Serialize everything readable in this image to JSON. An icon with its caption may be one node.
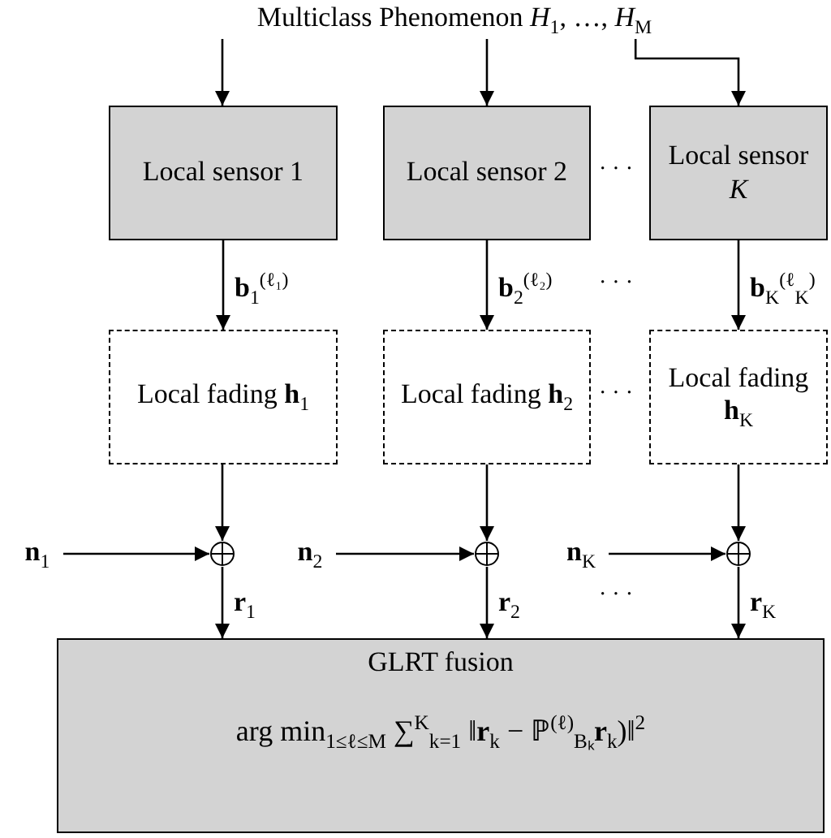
{
  "diagram": {
    "nodes": [
      {
        "text": [
          "Multiclass Phenomenon *H*$_{1}$, …, *H*$_{M}$"
        ]
      },
      {
        "text": [
          "Local sensor 1"
        ]
      },
      {
        "text": [
          "Local sensor 2"
        ]
      },
      {
        "text": [
          "Local sensor *K*"
        ]
      },
      {
        "text": [
          "Local fading **h**$_{1}$"
        ]
      },
      {
        "text": [
          "Local fading **h**$_{2}$"
        ]
      },
      {
        "text": [
          "Local fading **h**$_{K}$"
        ]
      },
      {
        "text": [],
        "shape": "circle"
      },
      {
        "text": [],
        "shape": "circle"
      },
      {
        "text": [],
        "shape": "circle"
      },
      {
        "text": [
          "**n**$_{1}$"
        ]
      },
      {
        "text": [
          "**n**$_{2}$"
        ]
      },
      {
        "text": [
          "**n**$_{K}$"
        ]
      },
      {
        "text": [
          "GLRT fusion",
          "arg min$_{1≤ℓ≤M}$ ∑$^{K}$$_{k=1}$ ‖**r**$_{k}$ − ℙ$^{(ℓ)}$$_{Bₖ}$**r**$_{k}$)‖$^{2}$"
        ]
      }
    ],
    "edges": [
      {
        "from": 0,
        "to": 1,
        "arrow": "to"
      },
      {
        "from": 0,
        "to": 2,
        "arrow": "to"
      },
      {
        "from": 0,
        "to": 3,
        "arrow": "to"
      },
      {
        "from": 1,
        "to": 4,
        "arrow": "to",
        "label": "**b**$_{1}$$^{(ℓ₁)}$"
      },
      {
        "from": 2,
        "to": 5,
        "arrow": "to",
        "label": "**b**$_{2}$$^{(ℓ₂)}$"
      },
      {
        "from": 3,
        "to": 6,
        "arrow": "to",
        "label": "**b**$_{K}$$^{(ℓ}$$_{K}$$^{)}$"
      },
      {
        "from": 4,
        "to": 7,
        "arrow": "to"
      },
      {
        "from": 5,
        "to": 8,
        "arrow": "to"
      },
      {
        "from": 6,
        "to": 9,
        "arrow": "to"
      },
      {
        "from": 10,
        "to": 7,
        "arrow": "to"
      },
      {
        "from": 11,
        "to": 8,
        "arrow": "to"
      },
      {
        "from": 12,
        "to": 9,
        "arrow": "to"
      },
      {
        "from": 7,
        "to": 13,
        "arrow": "to",
        "label": "**r**$_{1}$"
      },
      {
        "from": 8,
        "to": 13,
        "arrow": "to",
        "label": "**r**$_{2}$"
      },
      {
        "from": 9,
        "to": 13,
        "arrow": "to",
        "label": "**r**$_{K}$"
      }
    ],
    "labels": [
      "· · ·",
      "· · ·",
      "· · ·",
      "· · ·"
    ]
  }
}
